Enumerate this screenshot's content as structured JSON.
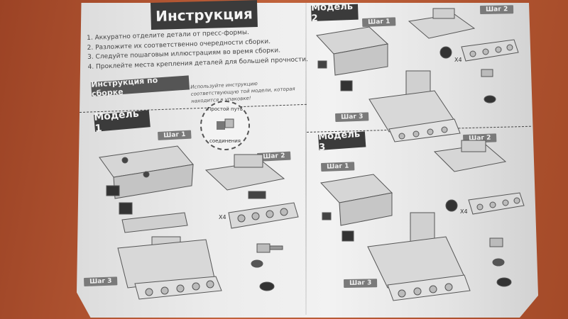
{
  "title": "Инструкция",
  "instructions": [
    "1. Аккуратно отделите детали от пресс-формы.",
    "2. Разложите их соответственно очередности сборки.",
    "3. Следуйте пошаговым иллюстрациям во время сборки.",
    "4. Проклейте места крепления деталей для большей прочности."
  ],
  "assembly_heading": "Инструкция по сборке",
  "assembly_note": "Используйте инструкцию соответствующую той модели, которая находится в упаковке!",
  "connection_badge": {
    "top": "Простой путь",
    "bottom": "соединения"
  },
  "models": [
    {
      "name": "Модель 1",
      "steps": [
        "Шаг 1",
        "Шаг 2",
        "Шаг 3"
      ],
      "multiplier": "X4"
    },
    {
      "name": "Модель 2",
      "steps": [
        "Шаг 1",
        "Шаг 2",
        "Шаг 3"
      ],
      "multiplier": "X4"
    },
    {
      "name": "Модель 3",
      "steps": [
        "Шаг 1",
        "Шаг 2",
        "Шаг 3"
      ],
      "multiplier": "X4"
    }
  ],
  "colors": {
    "banner": "#3b3b3b",
    "paper": "#eeeeee",
    "table": "#b5532f",
    "illustration": "#d6d6d6"
  },
  "icons": [
    "glue-drop-icon",
    "hammer-icon",
    "wheel-part-icon"
  ]
}
